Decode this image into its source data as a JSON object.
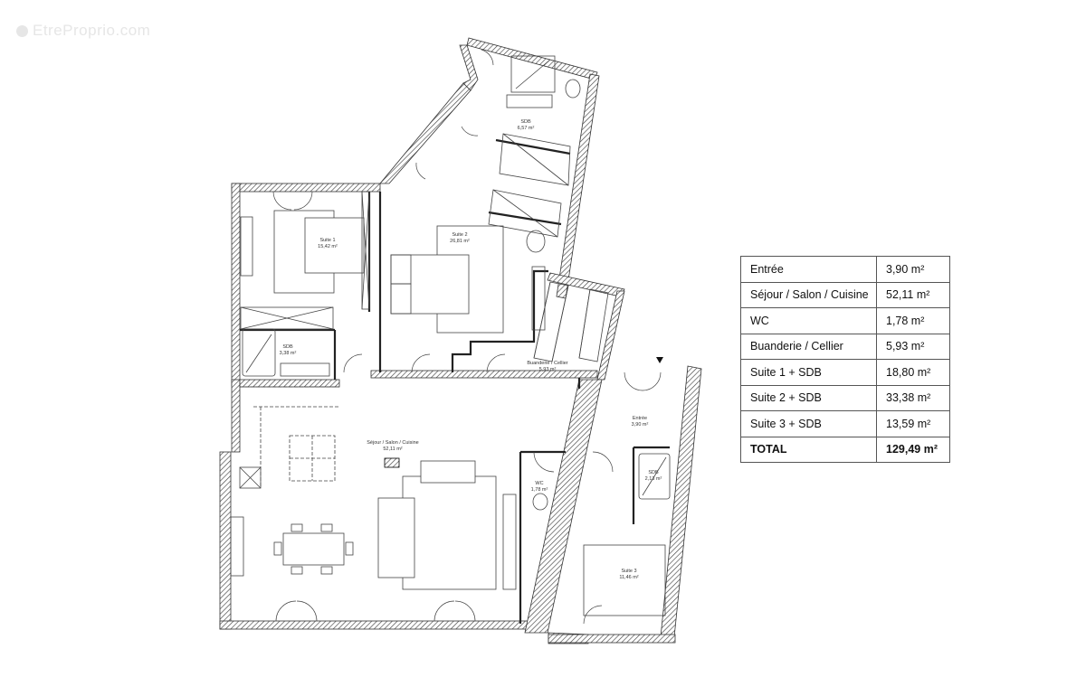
{
  "watermark": {
    "text": "EtreProprio.com",
    "icon": "logo-circle-icon"
  },
  "rooms": {
    "sdb_suite2": {
      "name": "SDB",
      "area": "6,57 m²"
    },
    "suite2": {
      "name": "Suite 2",
      "area": "26,81 m²"
    },
    "suite1": {
      "name": "Suite 1",
      "area": "15,42 m²"
    },
    "sdb_suite1": {
      "name": "SDB",
      "area": "3,38 m²"
    },
    "buanderie": {
      "name": "Buanderie / Cellier",
      "area": "5,93 m²"
    },
    "sejour": {
      "name": "Séjour / Salon / Cuisine",
      "area": "52,11 m²"
    },
    "wc": {
      "name": "WC",
      "area": "1,78 m²"
    },
    "entree": {
      "name": "Entrée",
      "area": "3,90 m²"
    },
    "sdb_suite3": {
      "name": "SDB",
      "area": "2,13 m²"
    },
    "suite3": {
      "name": "Suite 3",
      "area": "11,46 m²"
    }
  },
  "area_table": {
    "rows": [
      {
        "label": "Entrée",
        "value": "3,90 m²"
      },
      {
        "label": "Séjour / Salon / Cuisine",
        "value": "52,11 m²"
      },
      {
        "label": "WC",
        "value": "1,78 m²"
      },
      {
        "label": "Buanderie / Cellier",
        "value": "5,93 m²"
      },
      {
        "label": "Suite 1 + SDB",
        "value": "18,80 m²"
      },
      {
        "label": "Suite 2 + SDB",
        "value": "33,38 m²"
      },
      {
        "label": "Suite 3 + SDB",
        "value": "13,59 m²"
      }
    ],
    "total": {
      "label": "TOTAL",
      "value": "129,49 m²"
    }
  },
  "colors": {
    "wall_hatch": "#444444",
    "line": "#333333",
    "table_border": "#555555"
  }
}
